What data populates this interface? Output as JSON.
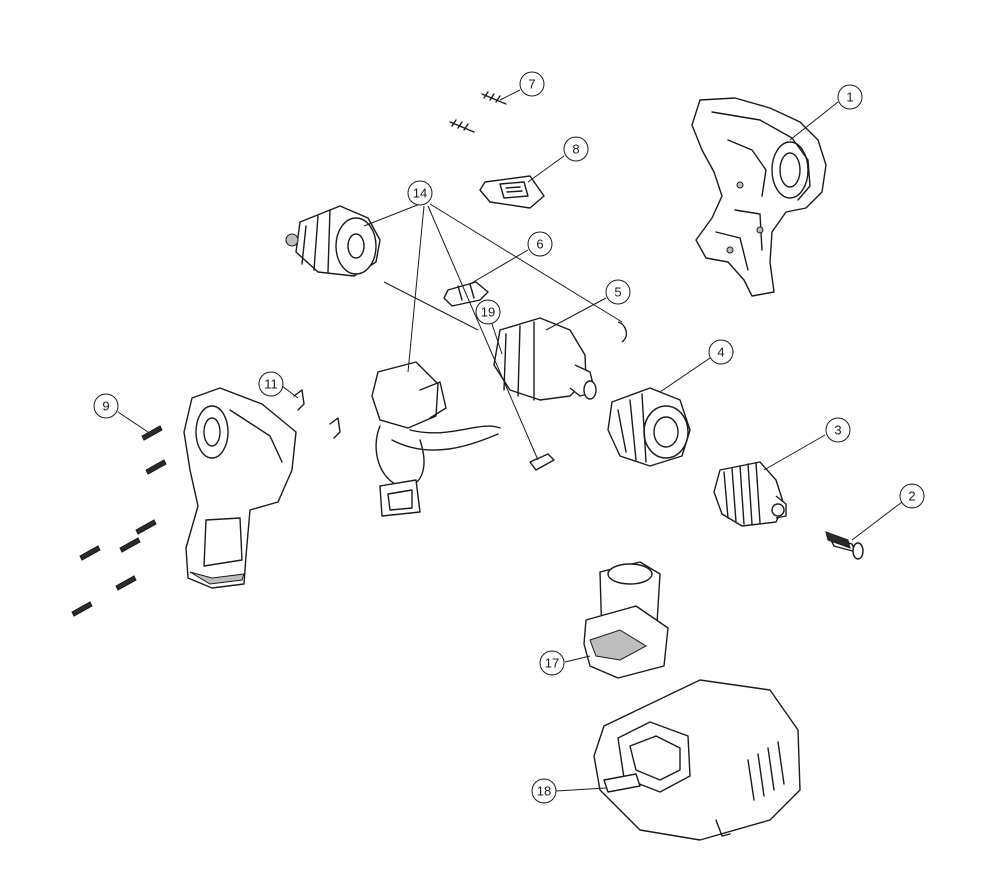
{
  "callouts": [
    {
      "id": "1",
      "label": "1"
    },
    {
      "id": "2",
      "label": "2"
    },
    {
      "id": "3",
      "label": "3"
    },
    {
      "id": "4",
      "label": "4"
    },
    {
      "id": "5",
      "label": "5"
    },
    {
      "id": "6",
      "label": "6"
    },
    {
      "id": "7",
      "label": "7"
    },
    {
      "id": "8",
      "label": "8"
    },
    {
      "id": "9",
      "label": "9"
    },
    {
      "id": "11",
      "label": "11"
    },
    {
      "id": "14",
      "label": "14"
    },
    {
      "id": "17",
      "label": "17"
    },
    {
      "id": "18",
      "label": "18"
    },
    {
      "id": "19",
      "label": "19"
    }
  ],
  "colors": {
    "ink": "#1a1a1a",
    "background": "#ffffff"
  }
}
